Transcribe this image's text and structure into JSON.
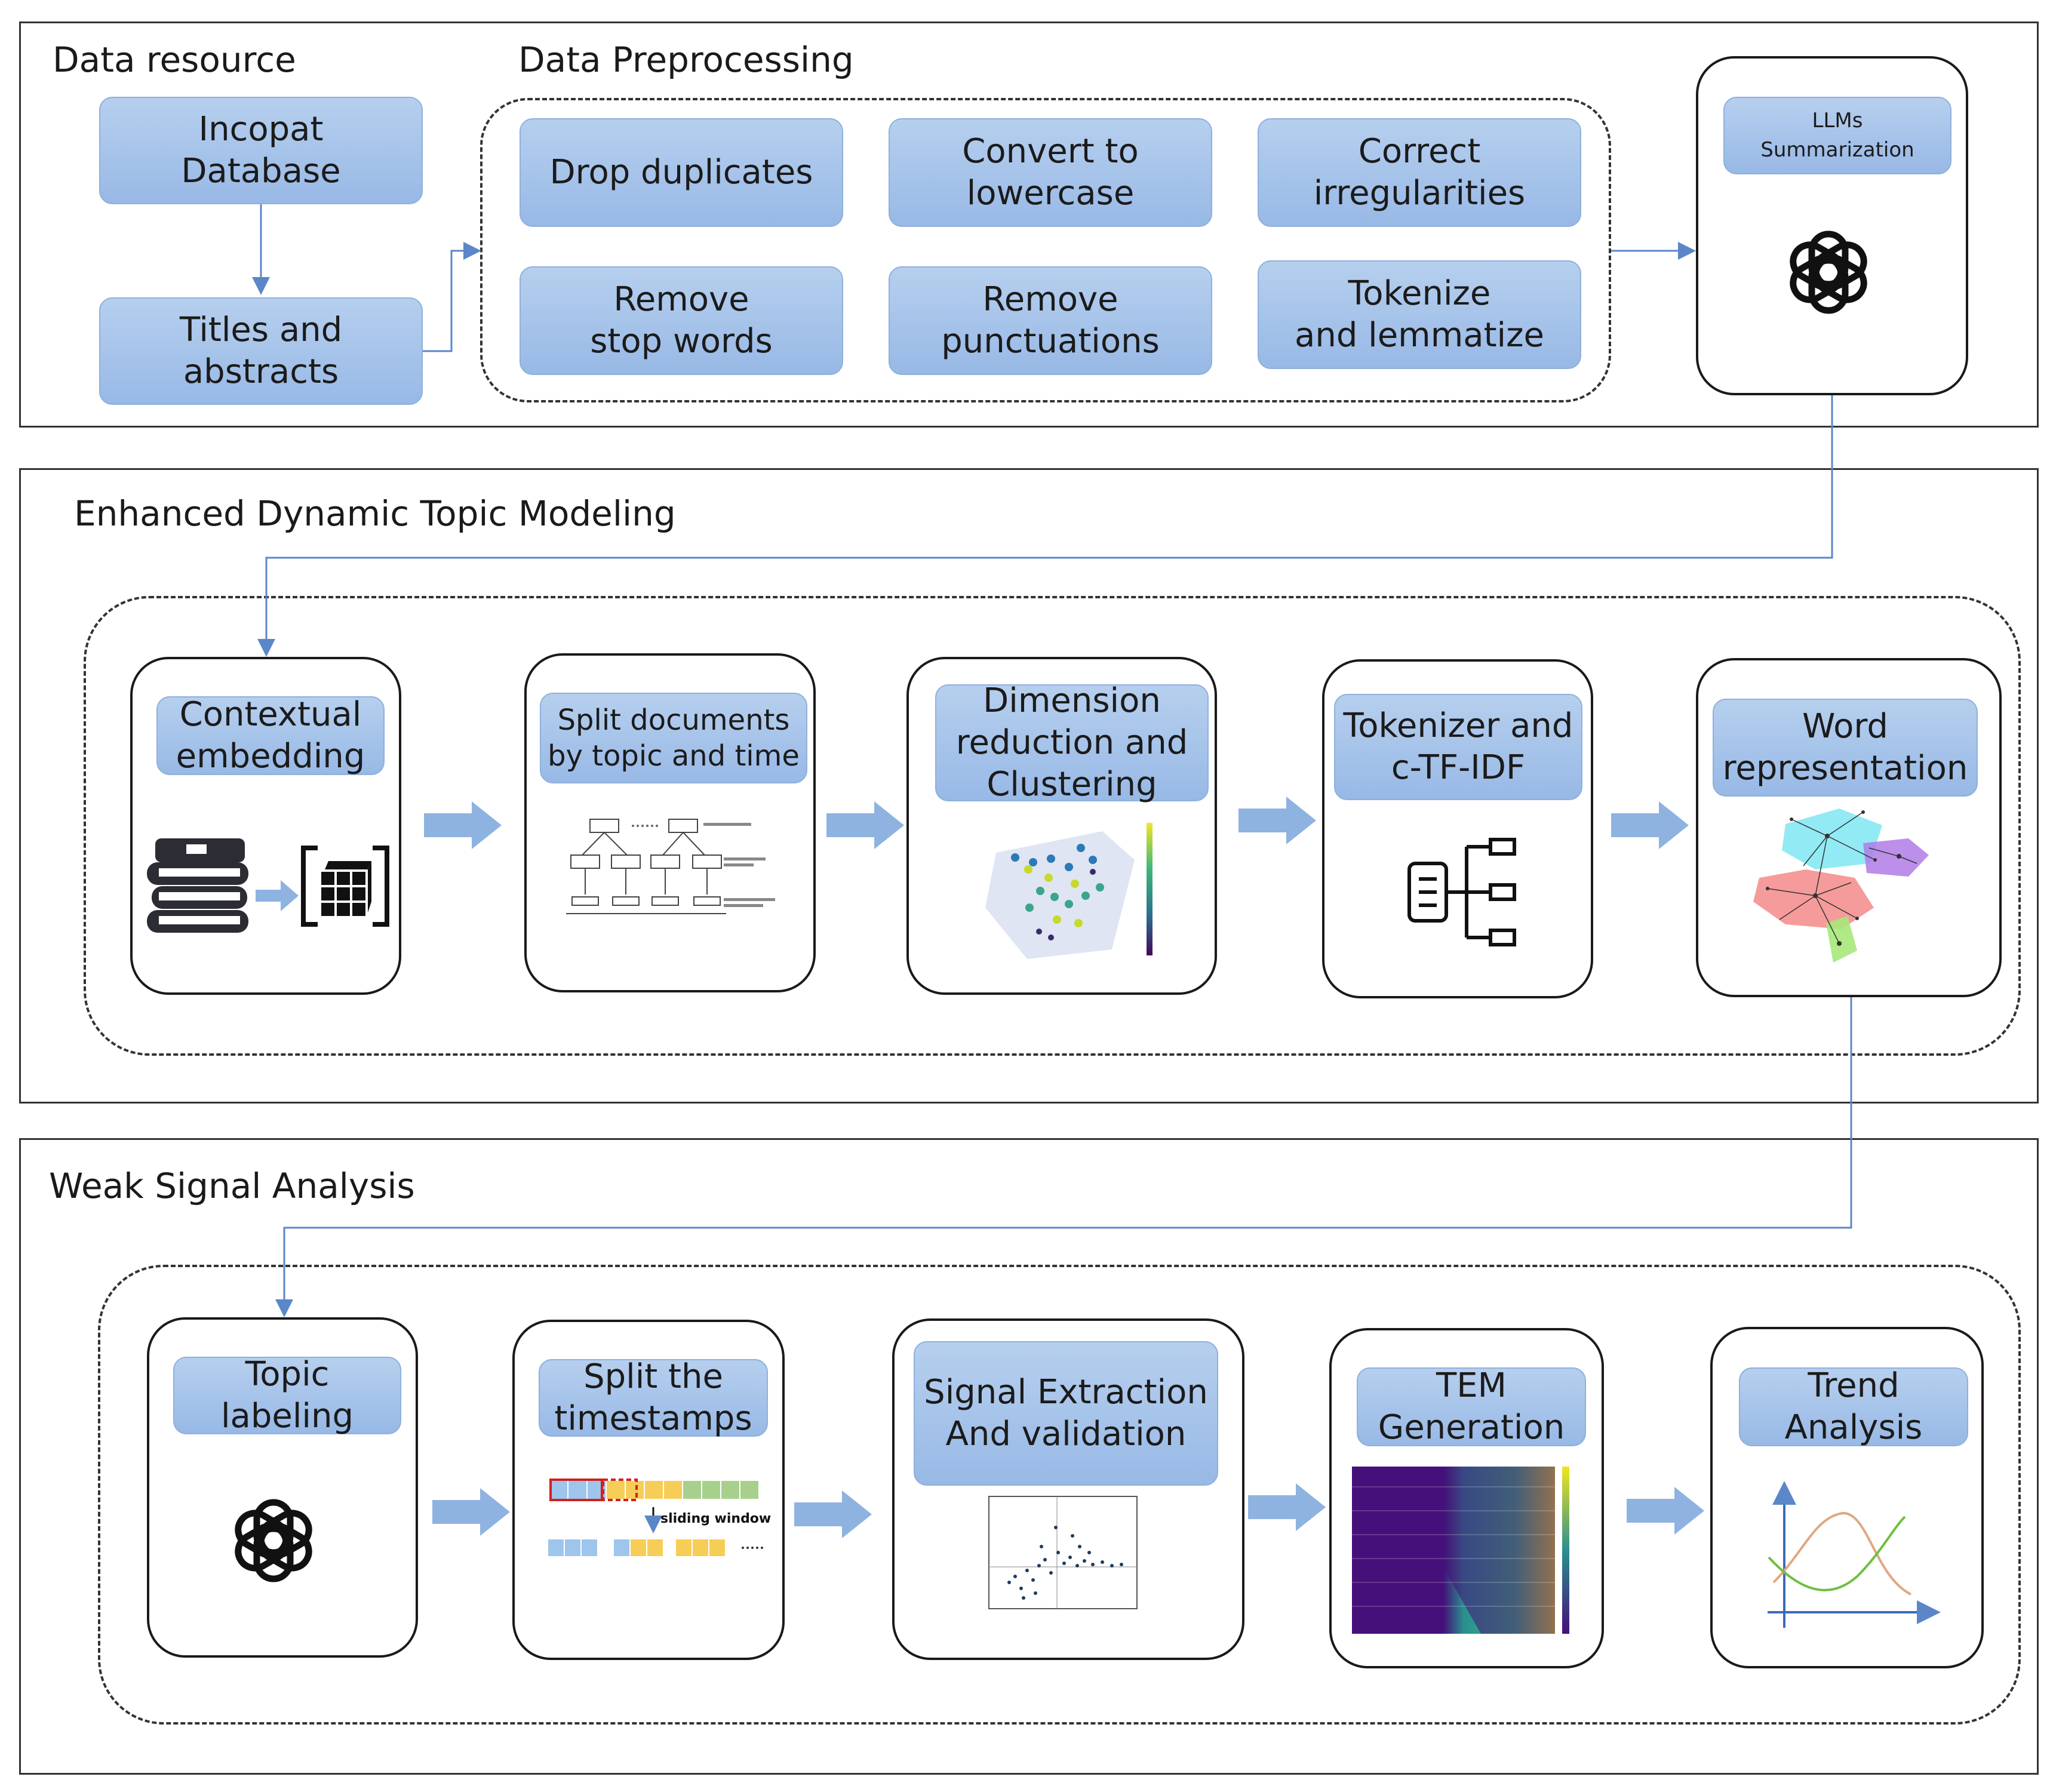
{
  "sections": {
    "data": {
      "title_resource": "Data resource",
      "title_preprocessing": "Data Preprocessing",
      "source": "Incopat\nDatabase",
      "docs": "Titles and\nabstracts",
      "steps": [
        "Drop duplicates",
        "Convert to\nlowercase",
        "Correct\nirregularities",
        "Remove\nstop words",
        "Remove\npunctuations",
        "Tokenize\nand lemmatize"
      ],
      "llm": "LLMs\nSummarization"
    },
    "topic": {
      "title": "Enhanced Dynamic Topic Modeling",
      "steps": [
        "Contextual\nembedding",
        "Split documents\nby topic and time",
        "Dimension\nreduction and\nClustering",
        "Tokenizer and\nc-TF-IDF",
        "Word\nrepresentation"
      ]
    },
    "weak": {
      "title": "Weak Signal Analysis",
      "steps": [
        "Topic\nlabeling",
        "Split the\ntimestamps",
        "Signal Extraction\nAnd validation",
        "TEM\nGeneration",
        "Trend\nAnalysis"
      ],
      "sliding_label": "sliding window"
    }
  },
  "colors": {
    "pill": "#a9c5eb",
    "arrow": "#8fb3e0",
    "connector": "#5b87c9"
  }
}
